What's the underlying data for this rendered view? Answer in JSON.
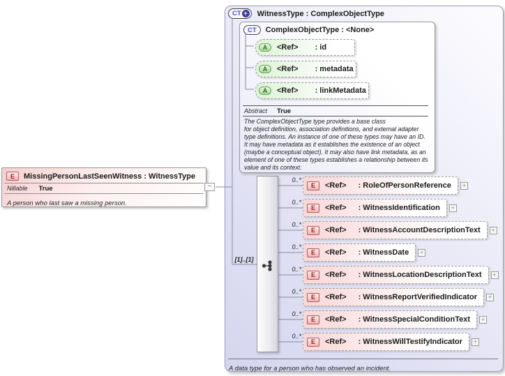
{
  "diagram": {
    "element": {
      "badge": "E",
      "title": "MissingPersonLastSeenWitness : WitnessType",
      "property_label": "Nillable",
      "property_value": "True",
      "description": "A person who last saw a missing person.",
      "collapse_glyph": "−"
    },
    "type": {
      "badge": "CT",
      "plus_glyph": "+",
      "title": "WitnessType : ComplexObjectType",
      "footer": "A data type for a person who has observed an incident.",
      "base": {
        "badge": "CT",
        "title": "ComplexObjectType : <None>",
        "attributes": [
          {
            "badge": "A",
            "ref": "<Ref>",
            "name": ": id"
          },
          {
            "badge": "A",
            "ref": "<Ref>",
            "name": ": metadata"
          },
          {
            "badge": "A",
            "ref": "<Ref>",
            "name": ": linkMetadata"
          }
        ],
        "property_label": "Abstract",
        "property_value": "True",
        "description": "The ComplexObjectType type provides a base class\nfor object definition, association definitions, and external adapter\ntype definitions. An instance of one of these types may have an ID.\nIt may have metadata as it establishes the existence of an object\n(maybe a conceptual object). It may also have link metadata, as an\nelement of one of these types establishes a relationship between its\nvalue and its context."
      },
      "sequence": {
        "cardinality": "[1]..[1]",
        "elements": [
          {
            "cardinality": "0..*",
            "badge": "E",
            "ref": "<Ref>",
            "name": ": RoleOfPersonReference",
            "expand_glyph": "+"
          },
          {
            "cardinality": "0..*",
            "badge": "E",
            "ref": "<Ref>",
            "name": ": WitnessIdentification",
            "expand_glyph": "+"
          },
          {
            "cardinality": "0..*",
            "badge": "E",
            "ref": "<Ref>",
            "name": ": WitnessAccountDescriptionText",
            "expand_glyph": "+"
          },
          {
            "cardinality": "0..*",
            "badge": "E",
            "ref": "<Ref>",
            "name": ": WitnessDate",
            "expand_glyph": "+"
          },
          {
            "cardinality": "0..*",
            "badge": "E",
            "ref": "<Ref>",
            "name": ": WitnessLocationDescriptionText",
            "expand_glyph": "+"
          },
          {
            "cardinality": "0..*",
            "badge": "E",
            "ref": "<Ref>",
            "name": ": WitnessReportVerifiedIndicator",
            "expand_glyph": "+"
          },
          {
            "cardinality": "0..*",
            "badge": "E",
            "ref": "<Ref>",
            "name": ": WitnessSpecialConditionText",
            "expand_glyph": "+"
          },
          {
            "cardinality": "0..*",
            "badge": "E",
            "ref": "<Ref>",
            "name": ": WitnessWillTestifyIndicator",
            "expand_glyph": "+"
          }
        ]
      }
    },
    "colors": {
      "element_accent": "#f5c9c9",
      "attribute_accent": "#bfe8b0",
      "type_accent": "#d9d9f2",
      "line": "#8a8a9a"
    }
  }
}
